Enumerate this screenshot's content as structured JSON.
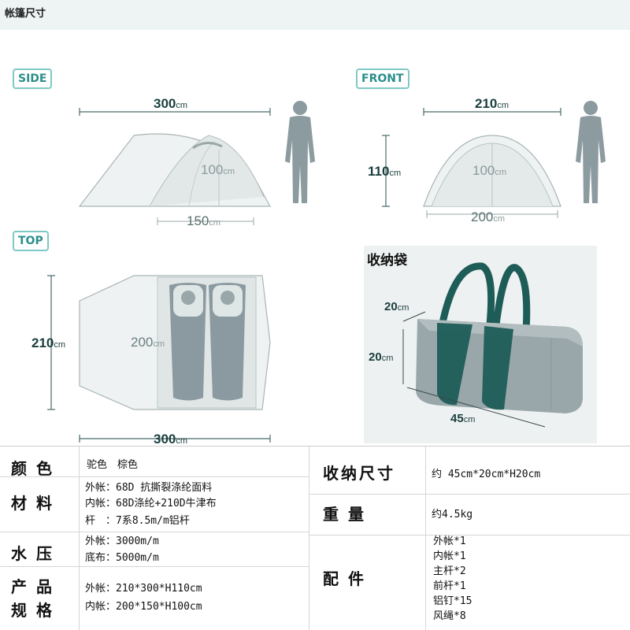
{
  "header": {
    "title": "帐篷尺寸"
  },
  "views": {
    "side": {
      "tag": "SIDE",
      "length": "300",
      "height": "100",
      "inner": "150",
      "unit": "cm"
    },
    "front": {
      "tag": "FRONT",
      "width": "210",
      "outer_height": "110",
      "inner_height": "100",
      "inner_width": "200",
      "unit": "cm"
    },
    "top": {
      "tag": "TOP",
      "width": "210",
      "inner_length": "200",
      "length": "300",
      "unit": "cm"
    }
  },
  "bag": {
    "title": "收纳袋",
    "depth": "20",
    "height": "20",
    "length": "45",
    "unit": "cm"
  },
  "colors": {
    "tent": "#e8eded",
    "outline": "#9aa8a8",
    "person": "#8c9ba0",
    "bag": "#9aa7aa",
    "strap": "#1e5c57",
    "teal": "#2b8f8b"
  },
  "specs": {
    "color": {
      "label": "颜色",
      "value": "驼色　棕色"
    },
    "material": {
      "label": "材料",
      "lines": [
        "外帐：68D 抗撕裂涤纶面料",
        "内帐：68D涤纶+210D牛津布",
        "杆　：7系8.5m/m铝杆"
      ]
    },
    "water": {
      "label": "水压",
      "lines": [
        "外帐：3000m/m",
        "底布：5000m/m"
      ]
    },
    "product": {
      "label1": "产品",
      "label2": "规格",
      "lines": [
        "外帐：210*300*H110cm",
        "内帐：200*150*H100cm"
      ]
    },
    "pack_size": {
      "label": "收纳尺寸",
      "value": "约 45cm*20cm*H20cm"
    },
    "weight": {
      "label": "重量",
      "value": "约4.5kg"
    },
    "parts": {
      "label": "配件",
      "lines": [
        "外帐*1",
        "内帐*1",
        "主杆*2",
        "前杆*1",
        "铝钉*15",
        "风绳*8"
      ]
    }
  }
}
